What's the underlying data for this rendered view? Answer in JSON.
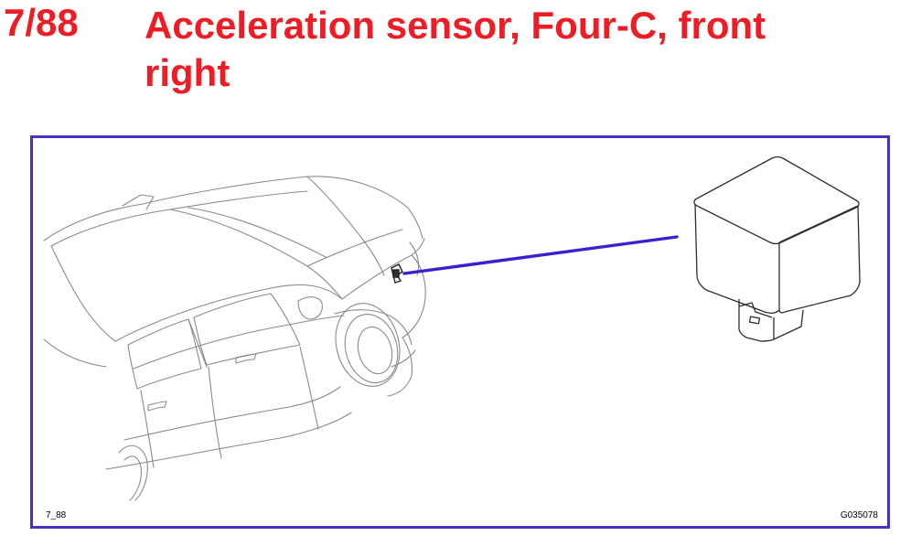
{
  "heading": {
    "number": "7/88",
    "title": "Acceleration sensor, Four-C, front right"
  },
  "figure": {
    "label_left": "7_88",
    "label_right": "G035078",
    "frame_color": "#4b2fc2",
    "leader_color": "#3a1fd0",
    "title_color": "#ee1c25"
  }
}
